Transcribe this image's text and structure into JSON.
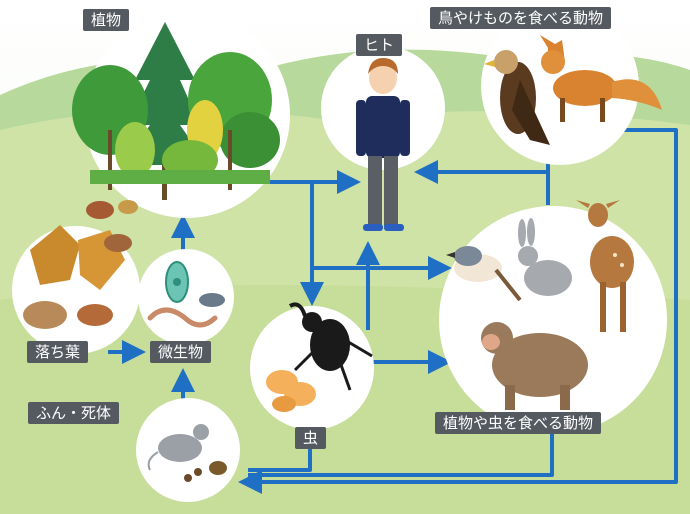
{
  "labels": {
    "plants": "植物",
    "human": "ヒト",
    "predators": "鳥やけものを食べる動物",
    "fallen_leaves": "落ち葉",
    "microbes": "微生物",
    "dung_corpse": "ふん・死体",
    "insect": "虫",
    "herbivores": "植物や虫を食べる動物"
  },
  "colors": {
    "arrow": "#1f6fc4",
    "label_bg": "#555a60",
    "sky": "#ffffff",
    "ground": "#cfe3a6",
    "hills": "#a9d08a"
  },
  "icons": [
    "tree-icon",
    "person-icon",
    "eagle-icon",
    "fox-icon",
    "leaf-icon",
    "microbe-icon",
    "mouse-icon",
    "beetle-icon",
    "butterfly-icon",
    "bird-icon",
    "rabbit-icon",
    "deer-icon",
    "monkey-icon"
  ]
}
